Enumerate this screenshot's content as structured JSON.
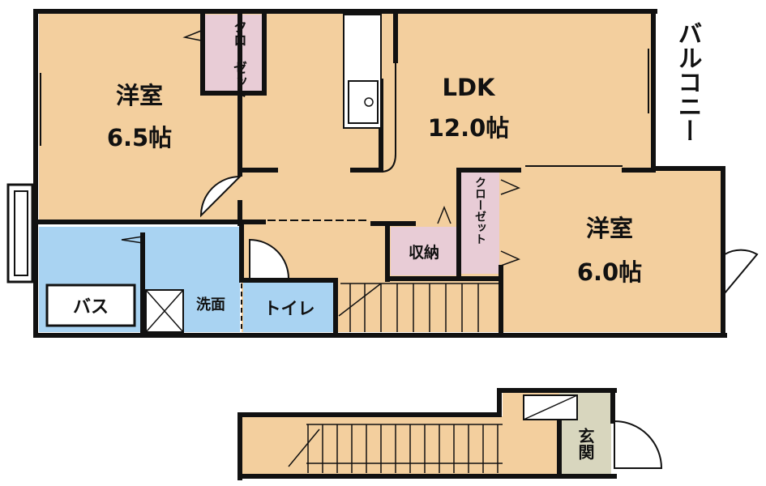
{
  "rooms": {
    "western_room_left": {
      "name": "洋室",
      "size": "6.5帖"
    },
    "ldk": {
      "name": "LDK",
      "size": "12.0帖"
    },
    "western_room_right": {
      "name": "洋室",
      "size": "6.0帖"
    },
    "closet_left": {
      "label": "クローゼット"
    },
    "closet_right": {
      "label": "クローゼット"
    },
    "storage": {
      "label": "収納"
    },
    "bath": {
      "label": "バス"
    },
    "washroom": {
      "label": "洗面"
    },
    "toilet": {
      "label": "トイレ"
    },
    "balcony": {
      "label": "バルコニー"
    },
    "entrance": {
      "label": "玄関"
    }
  },
  "colors": {
    "room_floor": "#F3CF9E",
    "water_area": "#A9D3F2",
    "closet_fill": "#E8CCD6",
    "entrance_floor": "#D8D6BE",
    "wall": "#111111",
    "balcony_fill": "#FFFFFF"
  }
}
